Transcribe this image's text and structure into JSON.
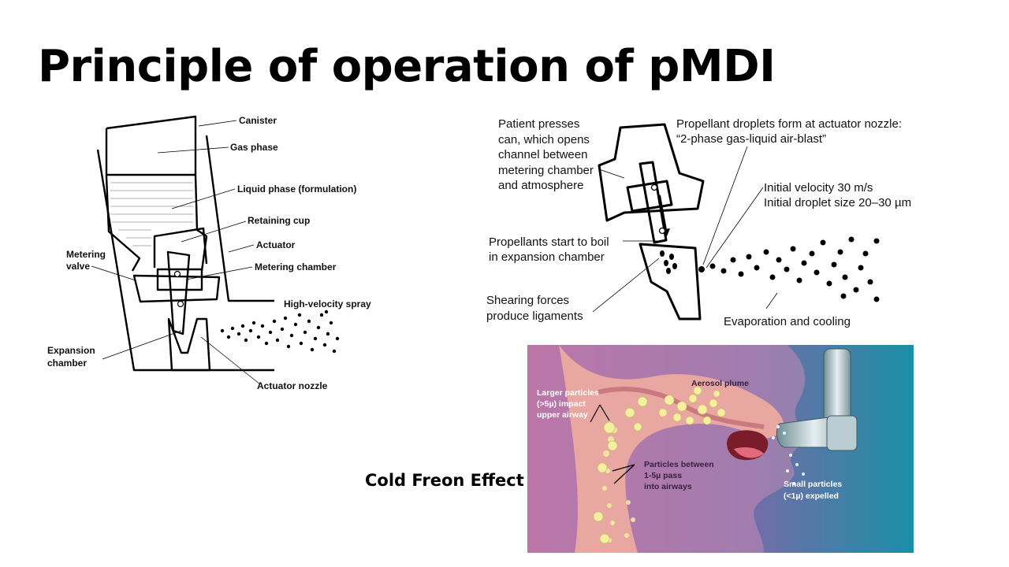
{
  "slide": {
    "title": "Principle of operation of pMDI",
    "side_caption": "Cold Freon Effect"
  },
  "diagram_left": {
    "labels": {
      "canister": "Canister",
      "gas_phase": "Gas phase",
      "liquid_phase": "Liquid phase (formulation)",
      "retaining_cup": "Retaining cup",
      "actuator": "Actuator",
      "metering_valve_1": "Metering",
      "metering_valve_2": "valve",
      "metering_chamber": "Metering chamber",
      "high_velocity_spray": "High-velocity spray",
      "expansion_chamber_1": "Expansion",
      "expansion_chamber_2": "chamber",
      "actuator_nozzle": "Actuator nozzle"
    }
  },
  "diagram_right": {
    "labels": {
      "patient_presses_1": "Patient presses",
      "patient_presses_2": "can, which opens",
      "patient_presses_3": "channel between",
      "patient_presses_4": "metering chamber",
      "patient_presses_5": "and atmosphere",
      "droplets_form_1": "Propellant droplets form at actuator nozzle:",
      "droplets_form_2": "“2-phase gas-liquid air-blast”",
      "initial_velocity": "Initial velocity 30 m/s",
      "initial_droplet_size": "Initial droplet size 20–30 µm",
      "boil_1": "Propellants start to boil",
      "boil_2": "in expansion chamber",
      "shearing_1": "Shearing forces",
      "shearing_2": "produce ligaments",
      "evaporation": "Evaporation and  cooling"
    }
  },
  "illustration": {
    "labels": {
      "aerosol_plume": "Aerosol plume",
      "larger_1": "Larger particles",
      "larger_2": "(>5µ) impact",
      "larger_3": "upper airway",
      "between_1": "Particles between",
      "between_2": "1-5µ pass",
      "between_3": "into airways",
      "small_1": "Small particles",
      "small_2": "(<1µ) expelled"
    },
    "colors": {
      "background_left": "#b0609a",
      "background_right": "#1a8fa6",
      "tissue": "#e8a7a0",
      "particle": "#f4f0a0"
    }
  }
}
